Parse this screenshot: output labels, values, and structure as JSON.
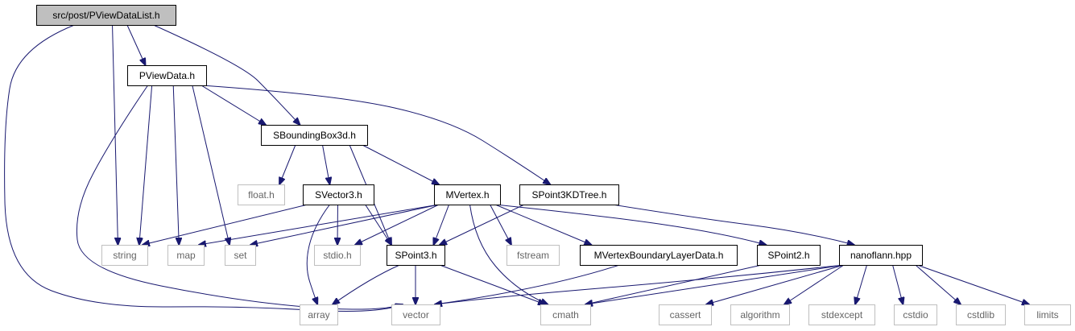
{
  "graph": {
    "nodes": {
      "pviewdatalist": {
        "label": "src/post/PViewDataList.h",
        "kind": "root"
      },
      "pviewdata": {
        "label": "PViewData.h",
        "kind": "header"
      },
      "sboundingbox3d": {
        "label": "SBoundingBox3d.h",
        "kind": "header"
      },
      "floath": {
        "label": "float.h",
        "kind": "system"
      },
      "svector3": {
        "label": "SVector3.h",
        "kind": "header"
      },
      "mvertex": {
        "label": "MVertex.h",
        "kind": "header"
      },
      "spoint3kdtree": {
        "label": "SPoint3KDTree.h",
        "kind": "header"
      },
      "string": {
        "label": "string",
        "kind": "system"
      },
      "map": {
        "label": "map",
        "kind": "system"
      },
      "set": {
        "label": "set",
        "kind": "system"
      },
      "stdioh": {
        "label": "stdio.h",
        "kind": "system"
      },
      "spoint3": {
        "label": "SPoint3.h",
        "kind": "header"
      },
      "fstream": {
        "label": "fstream",
        "kind": "system"
      },
      "mvbld": {
        "label": "MVertexBoundaryLayerData.h",
        "kind": "header"
      },
      "spoint2": {
        "label": "SPoint2.h",
        "kind": "header"
      },
      "nanoflann": {
        "label": "nanoflann.hpp",
        "kind": "header"
      },
      "array": {
        "label": "array",
        "kind": "system"
      },
      "vector": {
        "label": "vector",
        "kind": "system"
      },
      "cmath": {
        "label": "cmath",
        "kind": "system"
      },
      "cassert": {
        "label": "cassert",
        "kind": "system"
      },
      "algorithm": {
        "label": "algorithm",
        "kind": "system"
      },
      "stdexcept": {
        "label": "stdexcept",
        "kind": "system"
      },
      "cstdio": {
        "label": "cstdio",
        "kind": "system"
      },
      "cstdlib": {
        "label": "cstdlib",
        "kind": "system"
      },
      "limits": {
        "label": "limits",
        "kind": "system"
      }
    },
    "edges": [
      [
        "pviewdatalist",
        "pviewdata"
      ],
      [
        "pviewdatalist",
        "sboundingbox3d"
      ],
      [
        "pviewdatalist",
        "string"
      ],
      [
        "pviewdatalist",
        "vector"
      ],
      [
        "pviewdata",
        "sboundingbox3d"
      ],
      [
        "pviewdata",
        "spoint3kdtree"
      ],
      [
        "pviewdata",
        "string"
      ],
      [
        "pviewdata",
        "map"
      ],
      [
        "pviewdata",
        "set"
      ],
      [
        "pviewdata",
        "vector"
      ],
      [
        "sboundingbox3d",
        "floath"
      ],
      [
        "sboundingbox3d",
        "svector3"
      ],
      [
        "sboundingbox3d",
        "mvertex"
      ],
      [
        "sboundingbox3d",
        "spoint3"
      ],
      [
        "svector3",
        "string"
      ],
      [
        "svector3",
        "stdioh"
      ],
      [
        "svector3",
        "spoint3"
      ],
      [
        "svector3",
        "array"
      ],
      [
        "mvertex",
        "map"
      ],
      [
        "mvertex",
        "set"
      ],
      [
        "mvertex",
        "stdioh"
      ],
      [
        "mvertex",
        "spoint3"
      ],
      [
        "mvertex",
        "fstream"
      ],
      [
        "mvertex",
        "mvbld"
      ],
      [
        "mvertex",
        "spoint2"
      ],
      [
        "mvertex",
        "cmath"
      ],
      [
        "spoint3kdtree",
        "spoint3"
      ],
      [
        "spoint3kdtree",
        "nanoflann"
      ],
      [
        "spoint3",
        "array"
      ],
      [
        "spoint3",
        "vector"
      ],
      [
        "spoint3",
        "cmath"
      ],
      [
        "mvbld",
        "vector"
      ],
      [
        "spoint2",
        "cmath"
      ],
      [
        "nanoflann",
        "vector"
      ],
      [
        "nanoflann",
        "cmath"
      ],
      [
        "nanoflann",
        "cassert"
      ],
      [
        "nanoflann",
        "algorithm"
      ],
      [
        "nanoflann",
        "stdexcept"
      ],
      [
        "nanoflann",
        "cstdio"
      ],
      [
        "nanoflann",
        "cstdlib"
      ],
      [
        "nanoflann",
        "limits"
      ]
    ]
  },
  "colors": {
    "edge": "#191970",
    "root_fill": "#bfbfbf",
    "root_stroke": "#000000",
    "header_fill": "#ffffff",
    "header_stroke": "#000000",
    "system_fill": "#ffffff",
    "system_stroke": "#bfbfbf",
    "header_text": "#000000",
    "system_text": "#666666"
  }
}
